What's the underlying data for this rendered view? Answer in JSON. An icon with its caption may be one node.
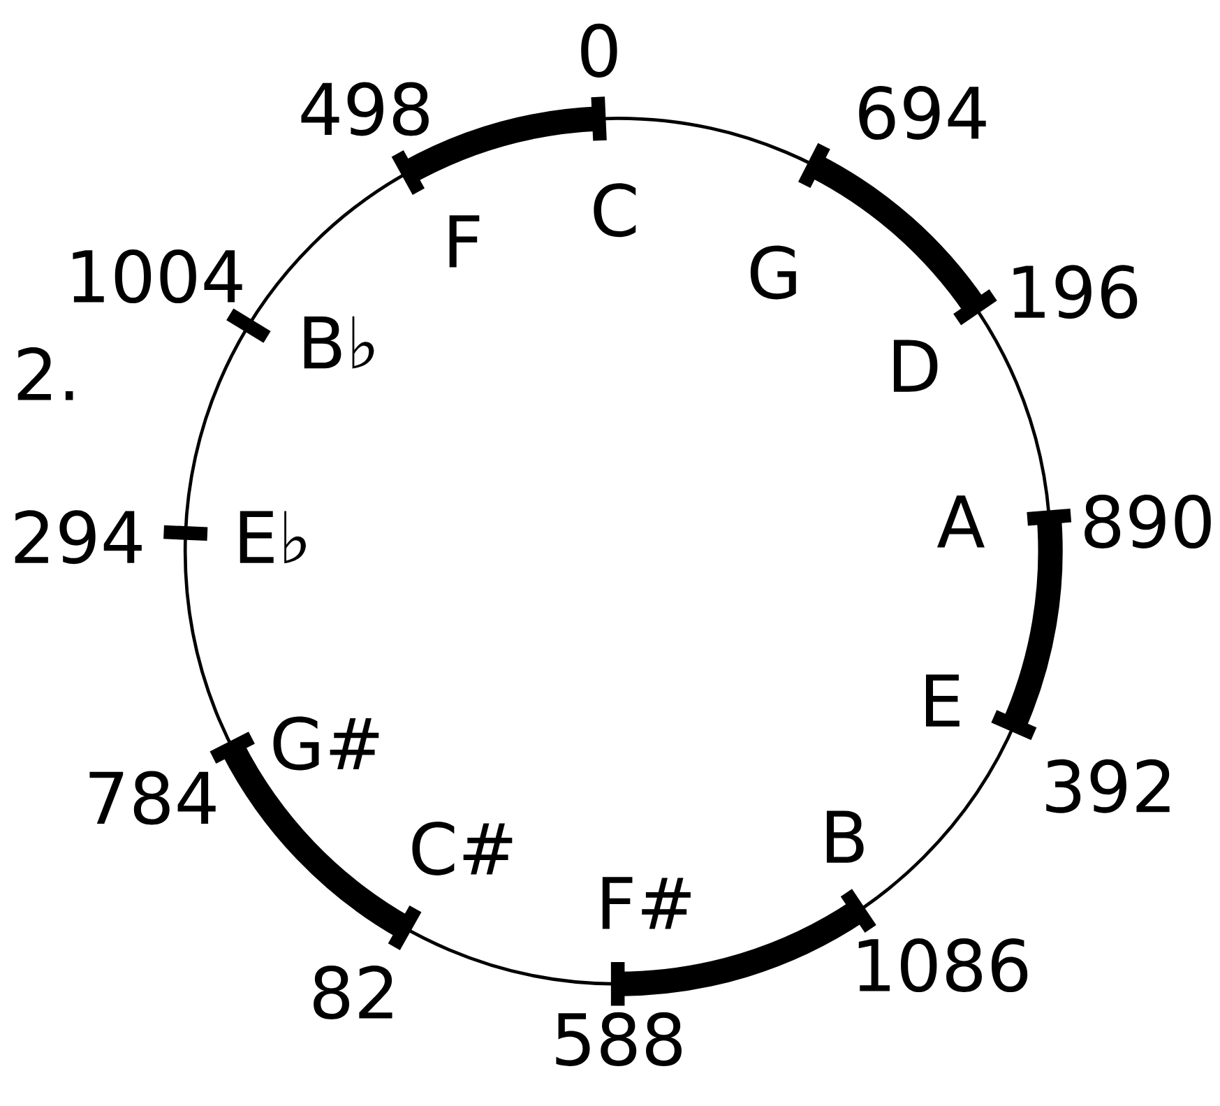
{
  "diagram": {
    "labels": [
      "0",
      "498",
      "694",
      "C",
      "F",
      "G",
      "1004",
      "196",
      "B♭",
      "2.",
      "D",
      "A",
      "890",
      "294",
      "E♭",
      "E",
      "G#",
      "784",
      "392",
      "B",
      "C#",
      "F#",
      "1086",
      "82",
      "588"
    ]
  }
}
